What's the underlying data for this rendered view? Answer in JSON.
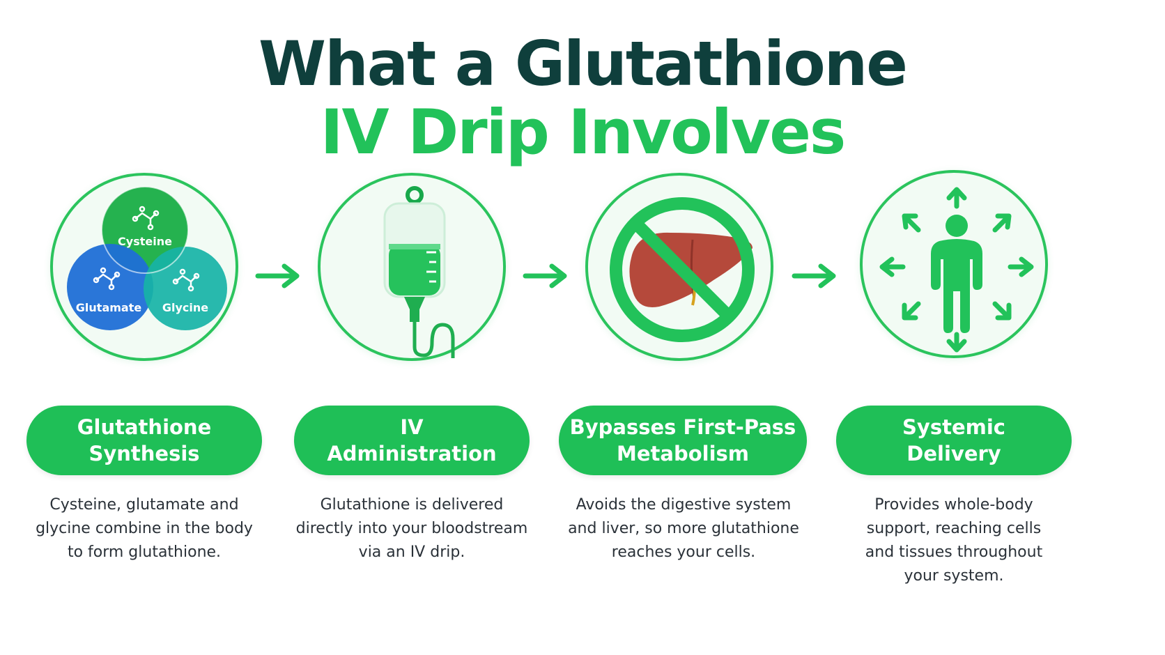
{
  "title": {
    "line1": "What a Glutathione",
    "line2": "IV Drip Involves"
  },
  "colors": {
    "green": "#1fbf57",
    "dark_teal": "#0f3f3c",
    "blue": "#1f6fd6",
    "teal": "#17b3a6"
  },
  "steps": [
    {
      "icon": "amino-acids-venn-icon",
      "circle_labels": [
        "Cysteine",
        "Glutamate",
        "Glycine"
      ],
      "heading": "Glutathione\nSynthesis",
      "description": "Cysteine, glutamate and\nglycine combine in the body\nto form glutathione."
    },
    {
      "icon": "iv-bag-icon",
      "heading": "IV\nAdministration",
      "description": "Glutathione is delivered\ndirectly into your bloodstream\nvia an IV drip."
    },
    {
      "icon": "no-liver-icon",
      "heading": "Bypasses First-Pass\nMetabolism",
      "description": "Avoids the digestive system\nand liver, so more glutathione\nreaches your cells."
    },
    {
      "icon": "body-distribution-icon",
      "heading": "Systemic\nDelivery",
      "description": "Provides whole-body\nsupport, reaching cells\nand tissues throughout\nyour system."
    }
  ]
}
